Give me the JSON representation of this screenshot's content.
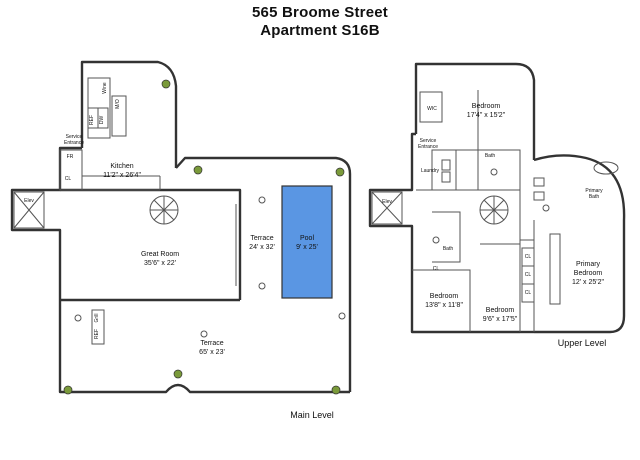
{
  "header": {
    "address": "565 Broome Street",
    "unit": "Apartment S16B"
  },
  "main_level": {
    "level_label": "Main Level",
    "kitchen": {
      "name": "Kitchen",
      "dims": "11'2\" x 26'4\""
    },
    "great_room": {
      "name": "Great Room",
      "dims": "35'6\" x 22'"
    },
    "terrace_small": {
      "name": "Terrace",
      "dims": "24' x 32'"
    },
    "pool": {
      "name": "Pool",
      "dims": "9' x 25'"
    },
    "terrace_large": {
      "name": "Terrace",
      "dims": "65' x 23'"
    },
    "service_entrance": [
      "Service",
      "Entrance"
    ],
    "fr": "FR",
    "cl": "CL",
    "elev": "Elev",
    "wine": "Wine",
    "refr": "REF",
    "dw": "DW",
    "mo": "M/O",
    "ref2": "REF",
    "grill": "Grill"
  },
  "upper_level": {
    "level_label": "Upper Level",
    "bedroom_top": {
      "name": "Bedroom",
      "dims": "17'4\" x 15'2\""
    },
    "wic": "WIC",
    "service_entrance": [
      "Service",
      "Entrance"
    ],
    "bath_top": "Bath",
    "laundry": "Laundry",
    "elev": "Elev",
    "primary_bath": [
      "Primary",
      "Bath"
    ],
    "primary_bedroom": {
      "name": [
        "Primary",
        "Bedroom"
      ],
      "dims": "12' x 25'2\""
    },
    "bath_mid": "Bath",
    "bedroom_left": {
      "name": "Bedroom",
      "dims": "13'8\" x 11'8\""
    },
    "bedroom_mid": {
      "name": "Bedroom",
      "dims": "9'6\" x 17'5\""
    },
    "cl_left": "CL",
    "cl_a": "CL",
    "cl_b": "CL",
    "cl_c": "CL"
  },
  "colors": {
    "pool": "#5a96e3",
    "plant": "#7a9a3a"
  }
}
